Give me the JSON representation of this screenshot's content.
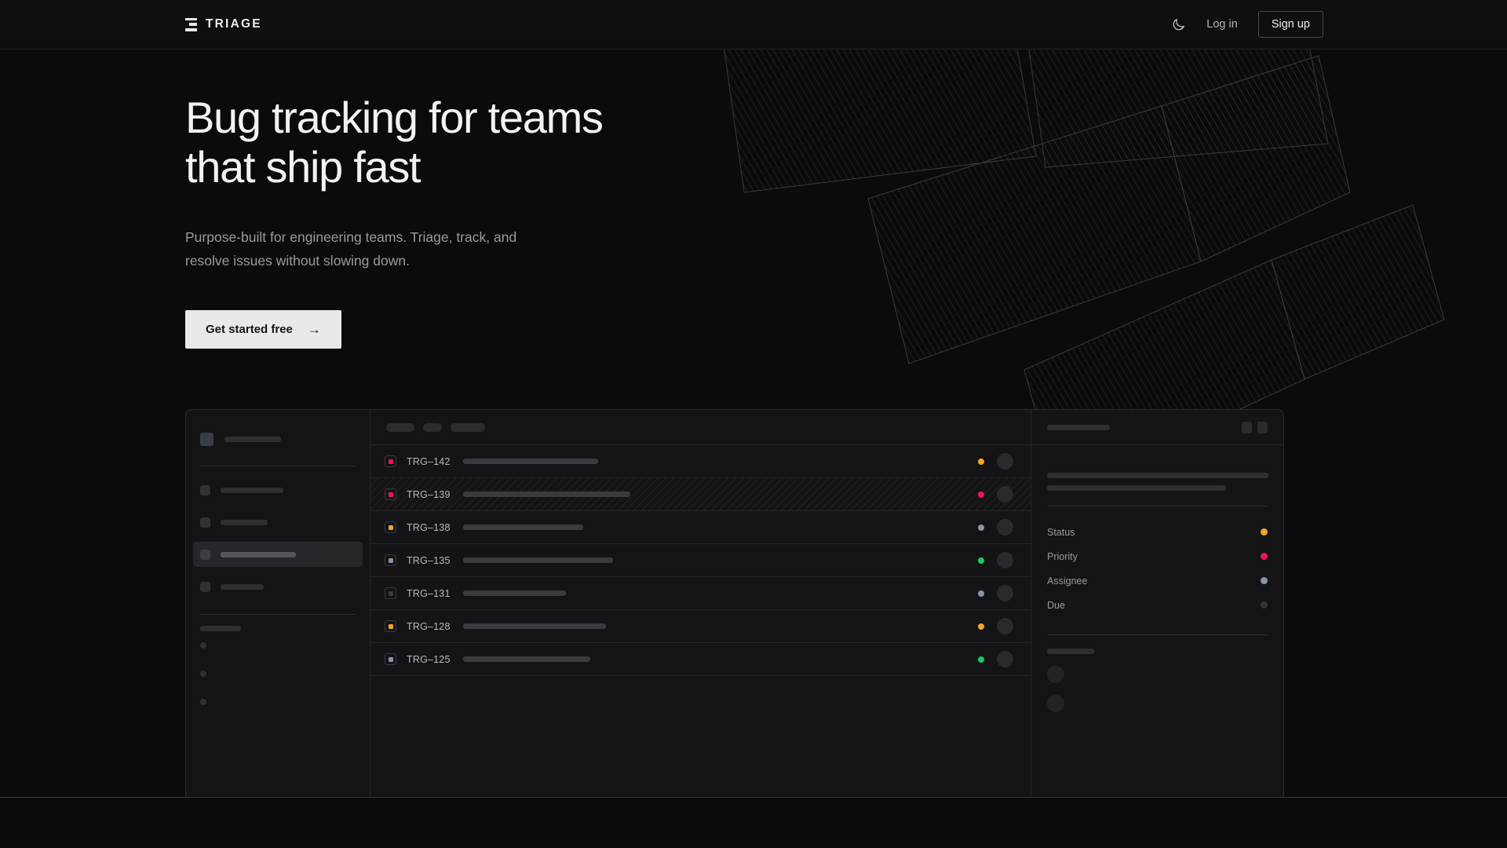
{
  "header": {
    "brand_name": "TRIAGE",
    "logo_icon": "stacked-bars-icon",
    "theme_toggle_icon": "moon-icon",
    "login_label": "Log in",
    "signup_label": "Sign up"
  },
  "hero": {
    "heading": "Bug tracking for teams\nthat ship fast",
    "subheading": "Purpose-built for engineering teams. Triage, track, and\nresolve issues without slowing down.",
    "cta_label": "Get started free",
    "cta_arrow": "→"
  },
  "colors": {
    "page_background": "#0b0b0d",
    "header_background": "#0f0f11",
    "panel_background": "#141417",
    "border": "#2b2b30",
    "text_primary": "#f2f2f3",
    "text_muted": "#9a9aa0",
    "cta_background": "#e9e9ea",
    "status_amber": "#f5a524",
    "status_pink": "#f31260",
    "status_green": "#17c964",
    "status_slate": "#8a96a8",
    "status_idle": "#3a3a40"
  },
  "app_mockup": {
    "sidebar": {
      "workspace_placeholder_width": 72,
      "nav_items": [
        {
          "width": 80,
          "active": false
        },
        {
          "width": 60,
          "active": false
        },
        {
          "width": 96,
          "active": true
        },
        {
          "width": 55,
          "active": false
        }
      ],
      "section_label_width": 52,
      "sub_items": 3
    },
    "list": {
      "filters": [
        {
          "width": 36
        },
        {
          "width": 24
        },
        {
          "width": 44
        }
      ],
      "rows": [
        {
          "id": "TRG–142",
          "title_width": 172,
          "priority_color": "#f31260",
          "status_color": "#f5a524",
          "selected": false
        },
        {
          "id": "TRG–139",
          "title_width": 213,
          "priority_color": "#f31260",
          "status_color": "#f31260",
          "selected": true
        },
        {
          "id": "TRG–138",
          "title_width": 153,
          "priority_color": "#f5a524",
          "status_color": "#8a96a8",
          "selected": false
        },
        {
          "id": "TRG–135",
          "title_width": 191,
          "priority_color": "#8a96a8",
          "status_color": "#17c964",
          "selected": false
        },
        {
          "id": "TRG–131",
          "title_width": 131,
          "priority_color": "#3a3a40",
          "status_color": "#8a96a8",
          "selected": false
        },
        {
          "id": "TRG–128",
          "title_width": 182,
          "priority_color": "#f5a524",
          "status_color": "#f5a524",
          "selected": false
        },
        {
          "id": "TRG–125",
          "title_width": 162,
          "priority_color": "#8a96a8",
          "status_color": "#17c964",
          "selected": false
        }
      ]
    },
    "detail": {
      "header_placeholder_width": 80,
      "action_buttons": 2,
      "title_placeholder_width": 148,
      "description_line_widths": [
        282,
        228
      ],
      "meta": [
        {
          "label": "Status",
          "color": "#f5a524"
        },
        {
          "label": "Priority",
          "color": "#f31260"
        },
        {
          "label": "Assignee",
          "color": "#8a96a8"
        },
        {
          "label": "Due",
          "color": "#333338"
        }
      ],
      "activity_label_width": 60,
      "activity_avatars": 2
    }
  }
}
